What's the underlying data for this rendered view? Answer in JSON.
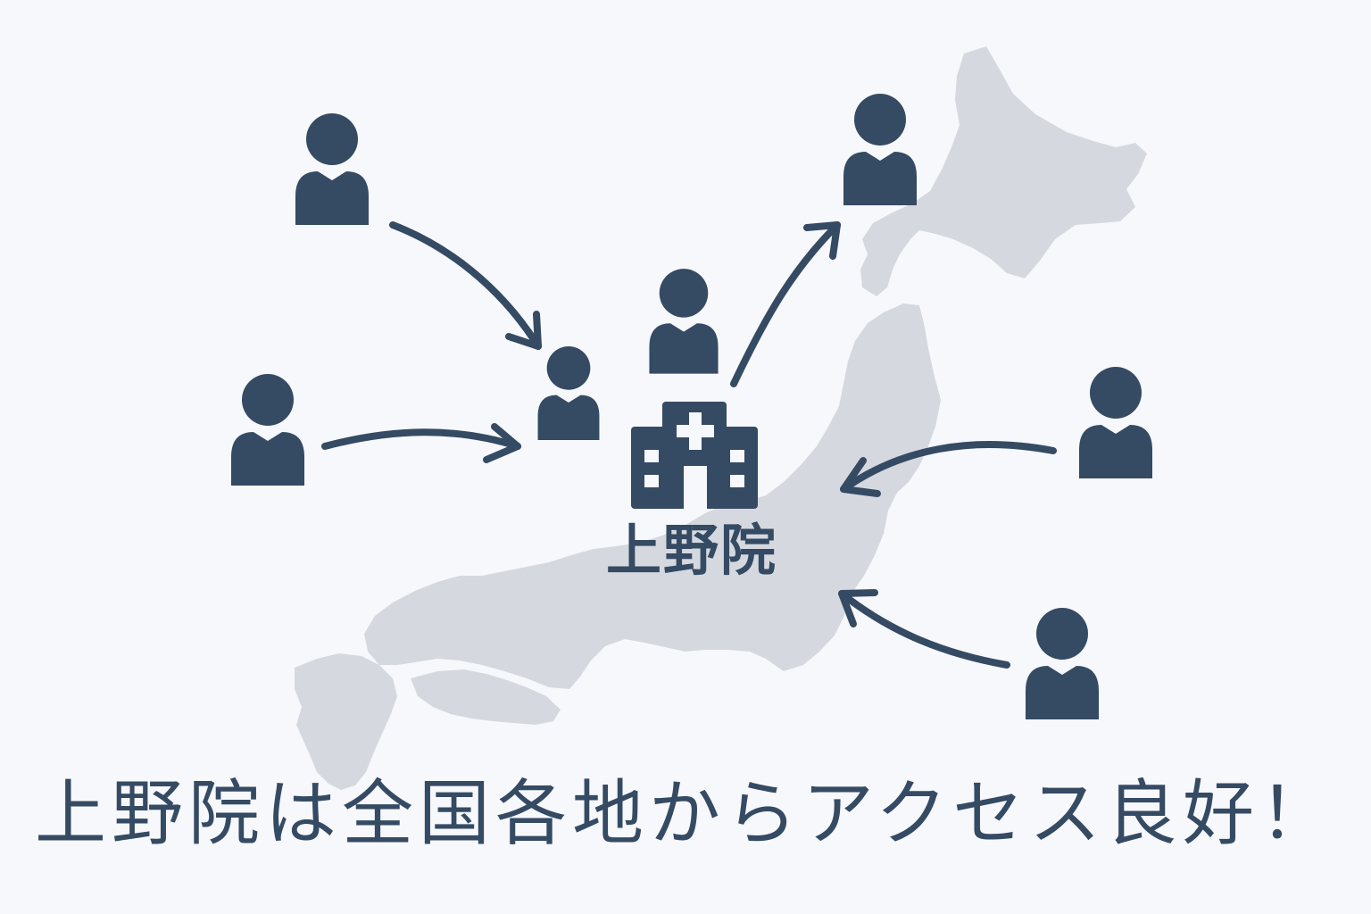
{
  "hospital": {
    "label": "上野院",
    "icon": "hospital-building-icon"
  },
  "headline": "上野院は全国各地からアクセス良好！",
  "people_icon": "person-icon",
  "map_region": "japan-map",
  "colors": {
    "background": "#f6f8fb",
    "map_fill": "#d5d9df",
    "icon_dark": "#354a63"
  }
}
